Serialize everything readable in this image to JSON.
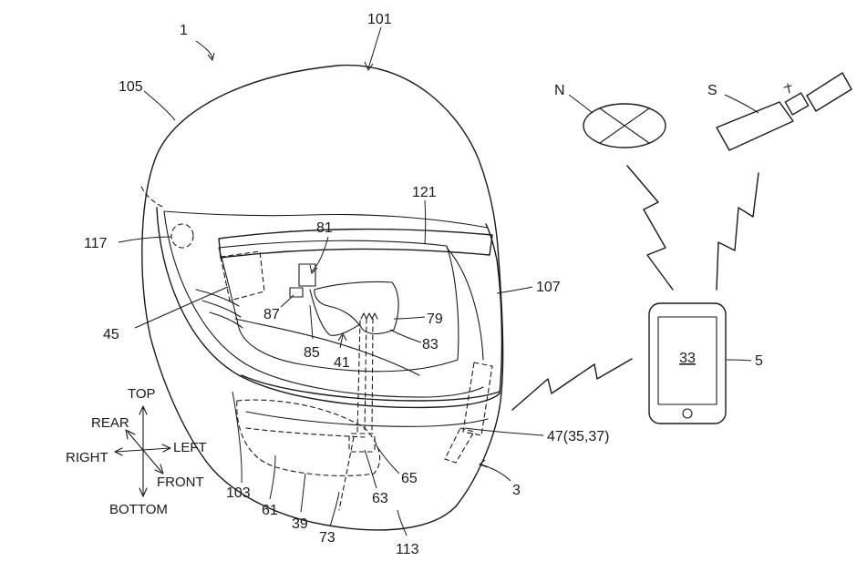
{
  "labels": {
    "l1": "1",
    "l101": "101",
    "l105": "105",
    "l117": "117",
    "l81": "81",
    "l121": "121",
    "l107": "107",
    "l45": "45",
    "l87": "87",
    "l85": "85",
    "l79": "79",
    "l83": "83",
    "l41": "41",
    "l47": "47(35,37)",
    "l3": "3",
    "l103": "103",
    "l61": "61",
    "l39": "39",
    "l73": "73",
    "l63": "63",
    "l65": "65",
    "l113": "113",
    "l5": "5",
    "l33": "33",
    "lN": "N",
    "lS": "S"
  },
  "directions": {
    "top": "TOP",
    "bottom": "BOTTOM",
    "rear": "REAR",
    "front": "FRONT",
    "right": "RIGHT",
    "left": "LEFT"
  }
}
